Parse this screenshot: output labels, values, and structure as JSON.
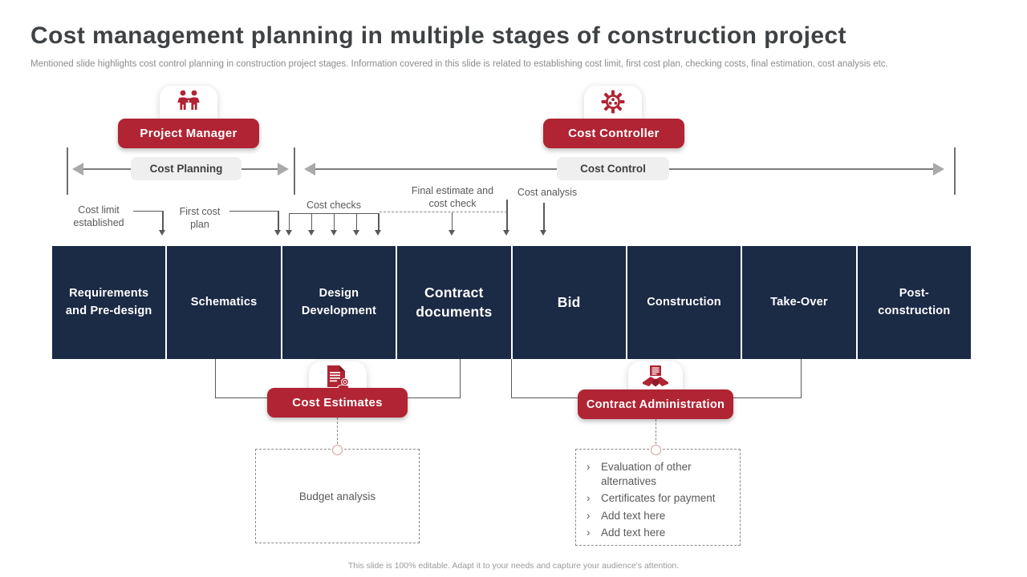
{
  "title": "Cost management planning in multiple stages of construction project",
  "subtitle": "Mentioned slide highlights cost control planning in construction project stages. Information covered in this slide is related to establishing cost limit, first cost plan, checking costs, final estimation, cost analysis etc.",
  "colors": {
    "accent_red": "#B02433",
    "navy": "#1B2A45",
    "pill_gray": "#EFEFEF"
  },
  "roles": {
    "project_manager": {
      "label": "Project Manager",
      "icon": "team-icon"
    },
    "cost_controller": {
      "label": "Cost Controller",
      "icon": "gear-icon"
    }
  },
  "phases": {
    "cost_planning": {
      "label": "Cost Planning"
    },
    "cost_control": {
      "label": "Cost Control"
    }
  },
  "annotations": {
    "cost_limit": "Cost limit established",
    "first_cost_plan": "First cost plan",
    "cost_checks": "Cost checks",
    "final_estimate": "Final estimate and cost check",
    "cost_analysis": "Cost analysis"
  },
  "stages": [
    {
      "label": "Requirements and Pre-design"
    },
    {
      "label": "Schematics"
    },
    {
      "label": "Design Development"
    },
    {
      "label": "Contract documents"
    },
    {
      "label": "Bid"
    },
    {
      "label": "Construction"
    },
    {
      "label": "Take-Over"
    },
    {
      "label": "Post-construction"
    }
  ],
  "outputs": {
    "cost_estimates": {
      "label": "Cost Estimates",
      "icon": "invoice-coins-icon",
      "note": "Budget analysis"
    },
    "contract_administration": {
      "label": "Contract Administration",
      "icon": "handshake-icon",
      "items": [
        "Evaluation of other alternatives",
        "Certificates for payment",
        "Add text here",
        "Add text here"
      ]
    }
  },
  "footer": "This slide is 100% editable. Adapt it to your needs and capture your audience's attention."
}
